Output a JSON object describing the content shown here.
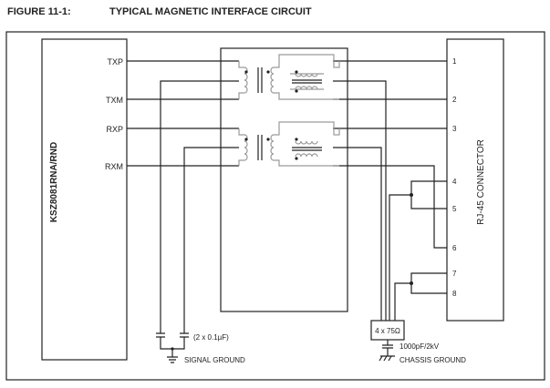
{
  "figure": {
    "number": "FIGURE 11-1:",
    "title": "TYPICAL MAGNETIC INTERFACE CIRCUIT"
  },
  "chip": {
    "name": "KSZ8081RNA/RND",
    "pins": [
      "TXP",
      "TXM",
      "RXP",
      "RXM"
    ]
  },
  "connector": {
    "name": "RJ-45 CONNECTOR",
    "pins": [
      "1",
      "2",
      "3",
      "4",
      "5",
      "6",
      "7",
      "8"
    ]
  },
  "components": {
    "capacitors_label": "(2 x 0.1µF)",
    "signal_ground": "SIGNAL GROUND",
    "resistors_label": "4 x 75Ω",
    "chassis_cap_label": "1000pF/2kV",
    "chassis_ground": "CHASSIS GROUND"
  },
  "colors": {
    "wire": "#222222",
    "magnetics": "#9a9a9a"
  }
}
